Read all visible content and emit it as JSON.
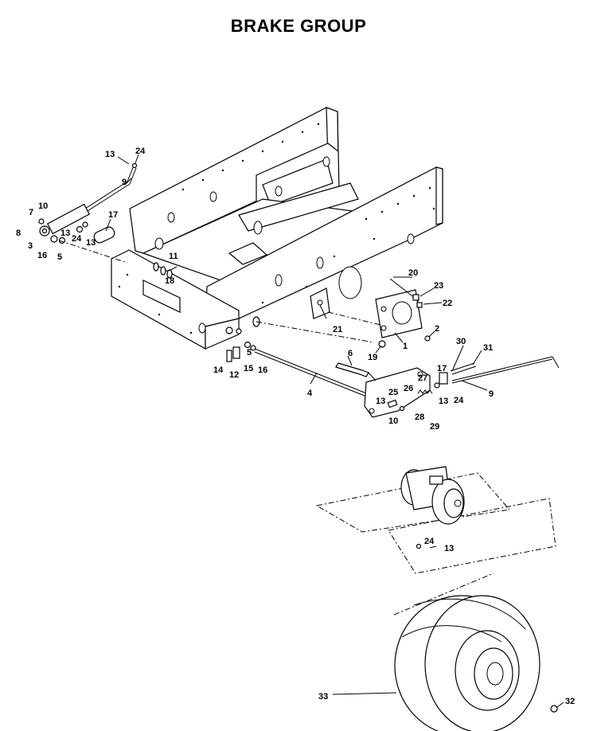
{
  "title": "BRAKE GROUP",
  "callouts": [
    "1",
    "2",
    "3",
    "4",
    "5",
    "6",
    "7",
    "8",
    "9",
    "10",
    "11",
    "12",
    "13",
    "14",
    "15",
    "16",
    "17",
    "18",
    "19",
    "20",
    "21",
    "22",
    "23",
    "24",
    "25",
    "26",
    "27",
    "28",
    "29",
    "30",
    "31",
    "32",
    "33"
  ]
}
